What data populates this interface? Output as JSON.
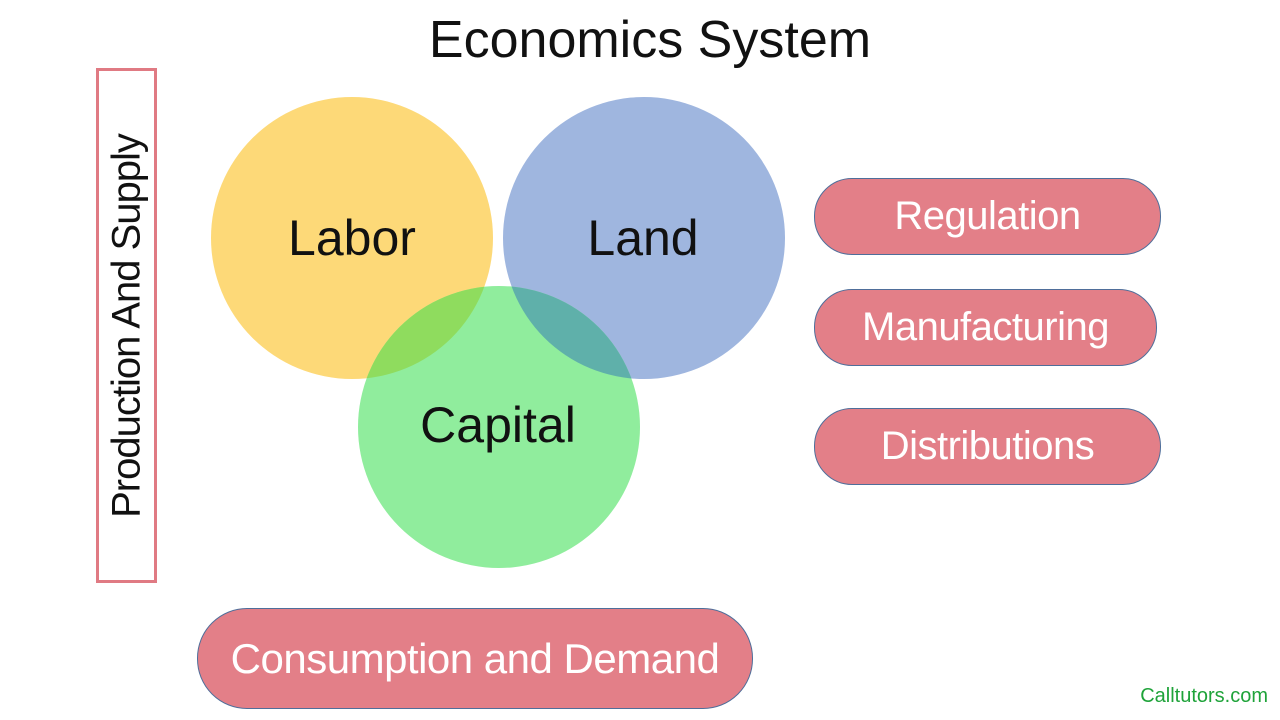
{
  "title": "Economics System",
  "side_label": "Production And Supply",
  "venn": {
    "labor": "Labor",
    "land": "Land",
    "capital": "Capital"
  },
  "pills": {
    "regulation": "Regulation",
    "manufacturing": "Manufacturing",
    "distributions": "Distributions",
    "consumption": "Consumption and Demand"
  },
  "footer": "Calltutors.com",
  "colors": {
    "labor": "#fdd978",
    "land": "#9fb6df",
    "capital": "#90ed9d",
    "pill": "#e37f88",
    "pill_border": "#4f6e9a",
    "side_border": "#e07a83",
    "footer_text": "#1fa33a"
  }
}
